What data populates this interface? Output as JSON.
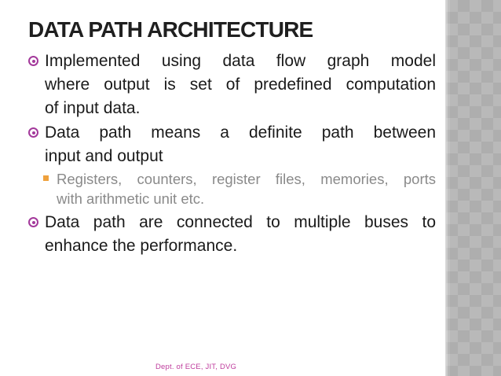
{
  "slide": {
    "title": "DATA PATH ARCHITECTURE",
    "bullets": [
      {
        "level": 1,
        "lines": [
          "Implemented using data flow graph model",
          "where output is set of predefined computation",
          "of input data."
        ]
      },
      {
        "level": 1,
        "lines": [
          "Data path means a definite path between",
          "input and output"
        ]
      },
      {
        "level": 2,
        "lines": [
          "Registers, counters, register files, memories, ports",
          "with arithmetic unit etc."
        ]
      },
      {
        "level": 1,
        "lines": [
          "Data path are connected to multiple buses to",
          "enhance the performance."
        ]
      }
    ],
    "footer": "Dept. of ECE, JIT, DVG",
    "icons": {
      "level1_bullet": "ring-bullet-icon",
      "level2_bullet": "square-bullet-icon"
    },
    "colors": {
      "title_text": "#1F1F1F",
      "body_text": "#1A1A1A",
      "sub_bullet_text": "#8A8A8A",
      "bullet_ring_magenta": "#A3399B",
      "sub_bullet_orange": "#EFA13D",
      "footer_magenta": "#BF3D9D",
      "side_panel_gray": "#B9B9B9",
      "side_panel_diamond": "#AEAEAE",
      "background": "#FFFFFF"
    }
  }
}
